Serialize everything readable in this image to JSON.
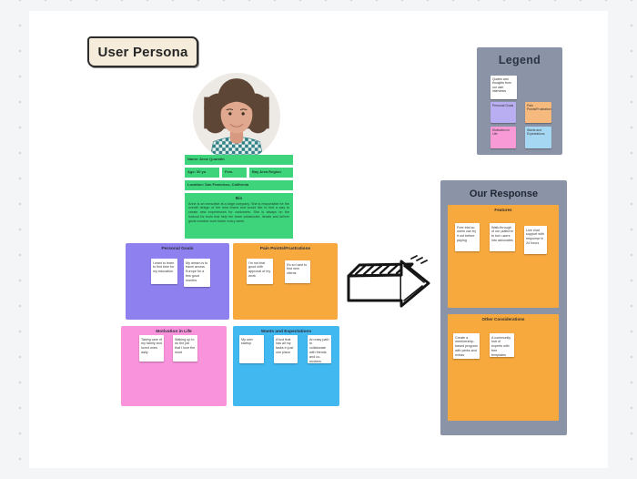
{
  "board": {
    "title_card": "User Persona"
  },
  "colors": {
    "green": "#3ed47b",
    "purple": "#8f80f0",
    "orange": "#f7a93e",
    "pink": "#f893dc",
    "blue": "#41b8f0",
    "panel_gray": "#8b93a6",
    "title_card_bg": "#f6ecdb"
  },
  "persona": {
    "row_name": "Name: Anne Quaratin",
    "row_age": "Age: 30 yo",
    "row_sex": "Fem.",
    "row_region": "Bay Area Region",
    "row_location": "Location: San Francisco, California",
    "bio_title": "Bio",
    "bio_text": "Anne is an executive at a large company. She is responsible for the overall design of her new brand and would like to find a way to create new experiences for customers. She is always on the lookout for tools that help her team collaborate, iterate and deliver great creative work faster every week."
  },
  "quadrants": [
    {
      "title": "Personal Goals",
      "stickies": [
        "I want to learn to find time for my education",
        "My dream is to travel across Europe for a few good months"
      ]
    },
    {
      "title": "Pain Points/Frustrations",
      "stickies": [
        "I'm not that good with approval of my work",
        "It's so hard to find new clients"
      ]
    },
    {
      "title": "Motivation in Life",
      "stickies": [
        "Taking care of my family and loved ones daily",
        "Waking up to do the job that I love the most"
      ]
    },
    {
      "title": "Wants and Expectations",
      "stickies": [
        "My own startup",
        "A tool that has all my tasks in just one place",
        "An easy path to collaborate with friends and co-workers"
      ]
    }
  ],
  "legend": {
    "title": "Legend",
    "items": [
      {
        "label": "Quotes and thoughts from our user interviews",
        "color": "#ffffff"
      },
      {
        "label": "Personal Goals",
        "color": "#b9aef2"
      },
      {
        "label": "Pain Points/Frustrations",
        "color": "#f6b97e"
      },
      {
        "label": "Motivation in Life",
        "color": "#f79ad6"
      },
      {
        "label": "Wants and Expectations",
        "color": "#a6d7f2"
      }
    ]
  },
  "response": {
    "title": "Our Response",
    "sections": [
      {
        "title": "Features",
        "stickies": [
          "Free trial so users can try it out before paying",
          "Walk-through of our platform to turn users into advocates",
          "Live chat support with response in 24 hours"
        ]
      },
      {
        "title": "Other Considerations",
        "stickies": [
          "Create a membership-based program with perks and extras",
          "A community hub of experts with free templates"
        ]
      }
    ]
  },
  "icons": {
    "arrow": "hand-drawn-right-arrow",
    "avatar": "persona-photo-woman"
  }
}
